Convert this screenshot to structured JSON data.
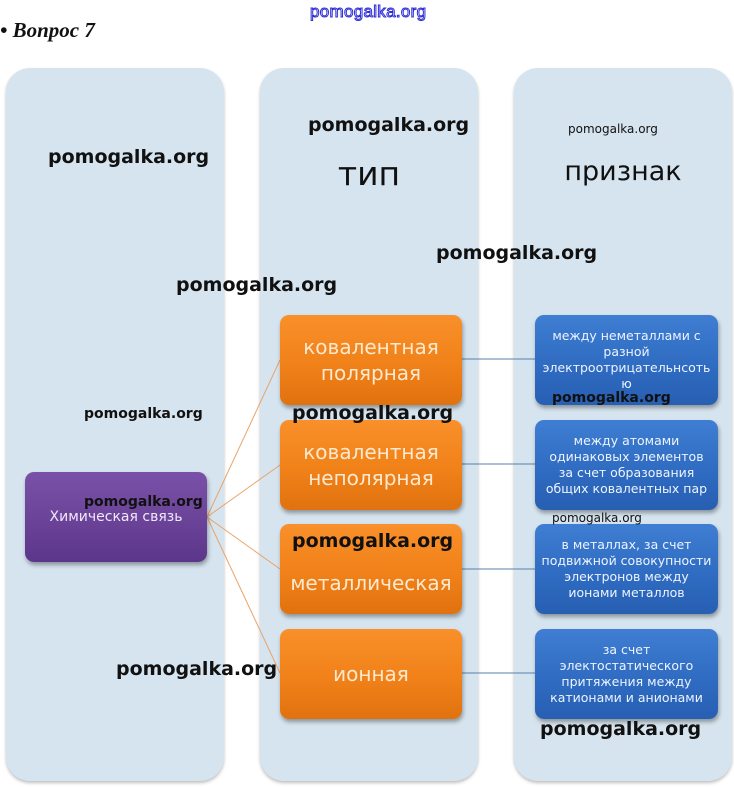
{
  "header": {
    "question": "• Вопрос 7",
    "site_watermark": "pomogalka.org"
  },
  "columns": [
    {
      "heading": ""
    },
    {
      "heading": "тип"
    },
    {
      "heading": "признак"
    }
  ],
  "root": {
    "label": "Химическая связь"
  },
  "types": [
    {
      "label": "ковалентная\nполярная"
    },
    {
      "label": "ковалентная\nнеполярная"
    },
    {
      "label": "металлическая"
    },
    {
      "label": "ионная"
    }
  ],
  "features": [
    {
      "label": "между неметаллами с\nразной\nэлектроотрицательнсоть\nю"
    },
    {
      "label": "между атомами\nодинаковых элементов\nза счет образования\nобщих ковалентных пар"
    },
    {
      "label": "в металлах, за счет\nподвижной совокупности\nэлектронов между\nионами металлов"
    },
    {
      "label": "за счет\nэлектостатического\nпритяжения между\nкатионами и анионами"
    }
  ],
  "watermarks": [
    "pomogalka.org",
    "pomogalka.org",
    "pomogalka.org",
    "pomogalka.org",
    "pomogalka.org",
    "pomogalka.org",
    "pomogalka.org",
    "pomogalka.org",
    "pomogalka.org",
    "pomogalka.org",
    "pomogalka.org",
    "pomogalka.org",
    "pomogalka.org"
  ],
  "colors": {
    "column_bg": "#d6e4ef",
    "root": "#6a4398",
    "type": "#f18119",
    "feature": "#2f6cc2",
    "link_root": "#e8a46a",
    "link_feature": "#5b7fa8"
  }
}
